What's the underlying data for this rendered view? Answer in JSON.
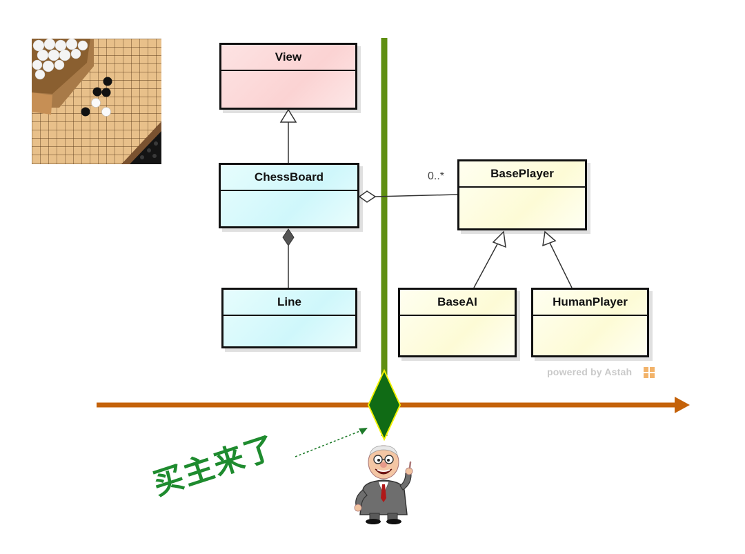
{
  "diagram": {
    "classes": {
      "view": "View",
      "chessboard": "ChessBoard",
      "line": "Line",
      "baseplayer": "BasePlayer",
      "baseai": "BaseAI",
      "humanplayer": "HumanPlayer"
    },
    "multiplicity": "0..*",
    "watermark": "powered by Astah"
  },
  "callout": "买主来了",
  "colors": {
    "timeline": "#c4620a",
    "vertical_line": "#5f8f12",
    "diamond_fill": "#106b15",
    "callout_text": "#1e8b2e"
  },
  "icons": [
    "go-board-photo",
    "businessman-figure"
  ]
}
